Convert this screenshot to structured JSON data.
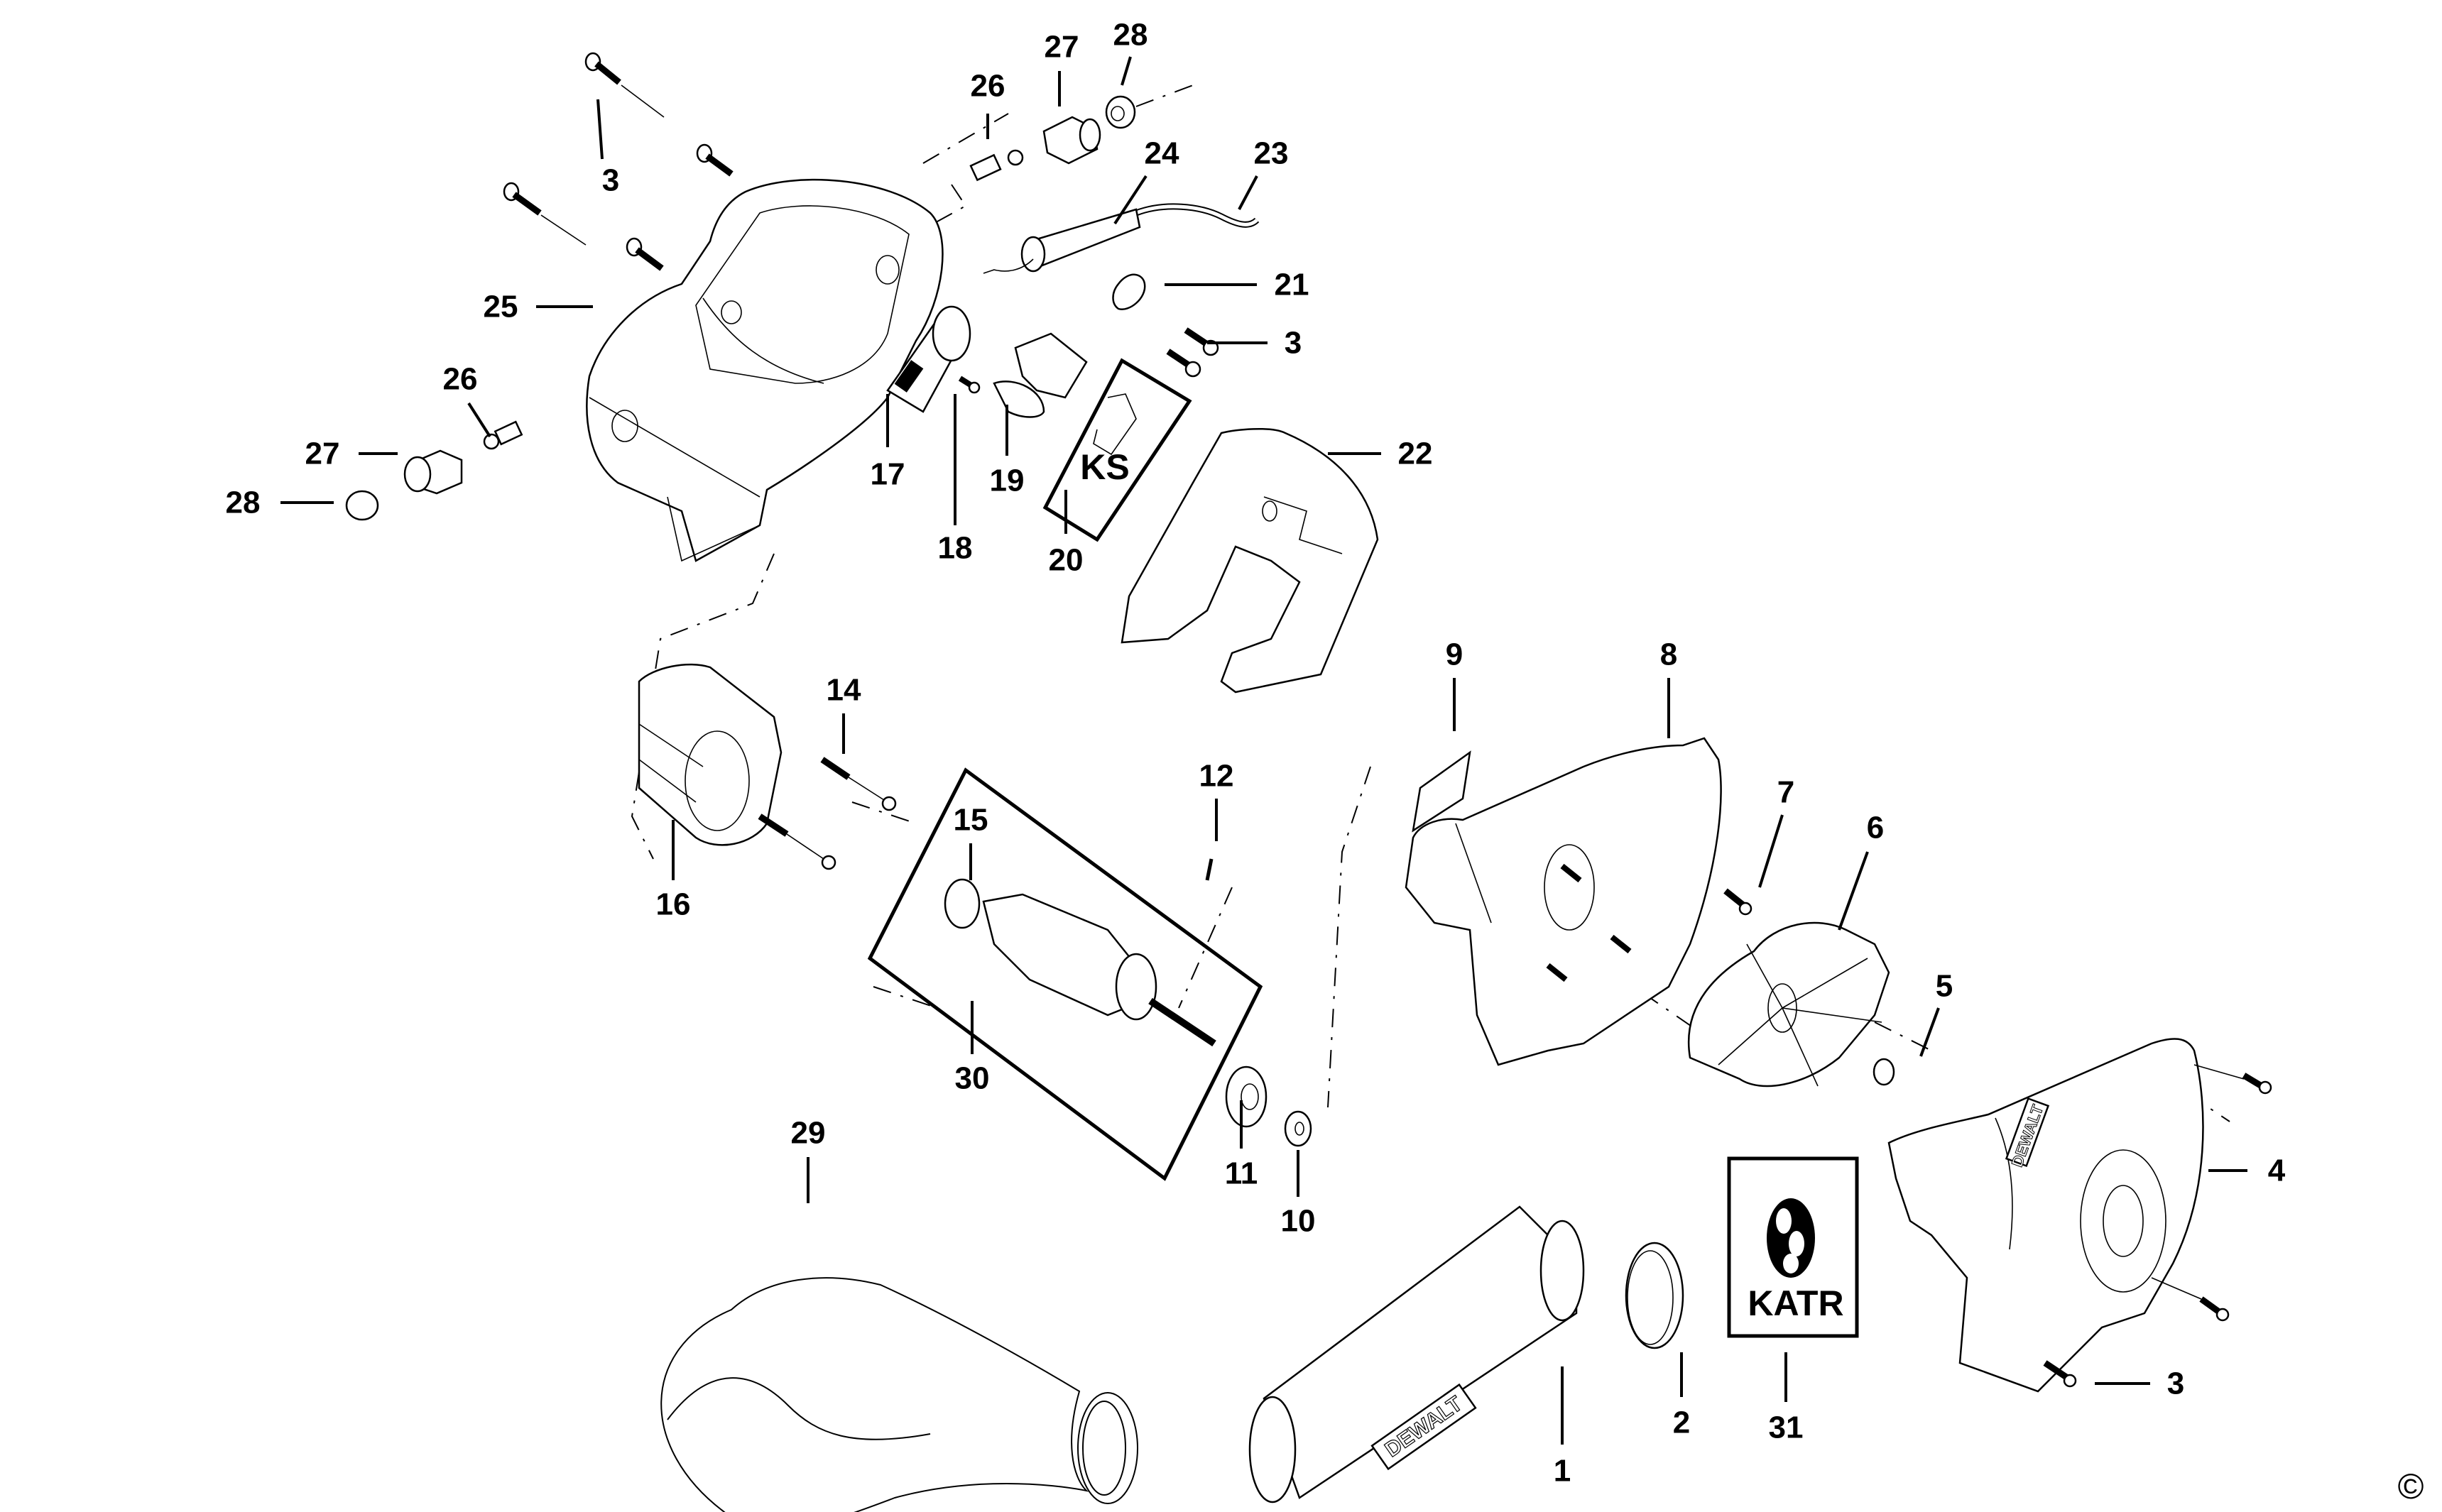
{
  "diagram": {
    "type": "exploded-parts-diagram",
    "brand_marks": [
      "DEWALT",
      "DEWALT"
    ],
    "kits": [
      {
        "code": "KS",
        "callout": "20"
      },
      {
        "code": "KATR",
        "callout": "31"
      }
    ],
    "copyright": "©",
    "callouts": [
      {
        "id": "c3a",
        "label": "3"
      },
      {
        "id": "c26a",
        "label": "26"
      },
      {
        "id": "c27a",
        "label": "27"
      },
      {
        "id": "c28a",
        "label": "28"
      },
      {
        "id": "c24",
        "label": "24"
      },
      {
        "id": "c23",
        "label": "23"
      },
      {
        "id": "c21",
        "label": "21"
      },
      {
        "id": "c3b",
        "label": "3"
      },
      {
        "id": "c25",
        "label": "25"
      },
      {
        "id": "c26b",
        "label": "26"
      },
      {
        "id": "c27b",
        "label": "27"
      },
      {
        "id": "c28b",
        "label": "28"
      },
      {
        "id": "c17",
        "label": "17"
      },
      {
        "id": "c18",
        "label": "18"
      },
      {
        "id": "c19",
        "label": "19"
      },
      {
        "id": "c20",
        "label": "20"
      },
      {
        "id": "c22",
        "label": "22"
      },
      {
        "id": "c9",
        "label": "9"
      },
      {
        "id": "c8",
        "label": "8"
      },
      {
        "id": "c14",
        "label": "14"
      },
      {
        "id": "c12",
        "label": "12"
      },
      {
        "id": "c15",
        "label": "15"
      },
      {
        "id": "c16",
        "label": "16"
      },
      {
        "id": "c7",
        "label": "7"
      },
      {
        "id": "c6",
        "label": "6"
      },
      {
        "id": "c5",
        "label": "5"
      },
      {
        "id": "c30",
        "label": "30"
      },
      {
        "id": "c4",
        "label": "4"
      },
      {
        "id": "c11",
        "label": "11"
      },
      {
        "id": "c10",
        "label": "10"
      },
      {
        "id": "c29",
        "label": "29"
      },
      {
        "id": "c31",
        "label": "31"
      },
      {
        "id": "c3c",
        "label": "3"
      },
      {
        "id": "c2",
        "label": "2"
      },
      {
        "id": "c1",
        "label": "1"
      }
    ]
  }
}
